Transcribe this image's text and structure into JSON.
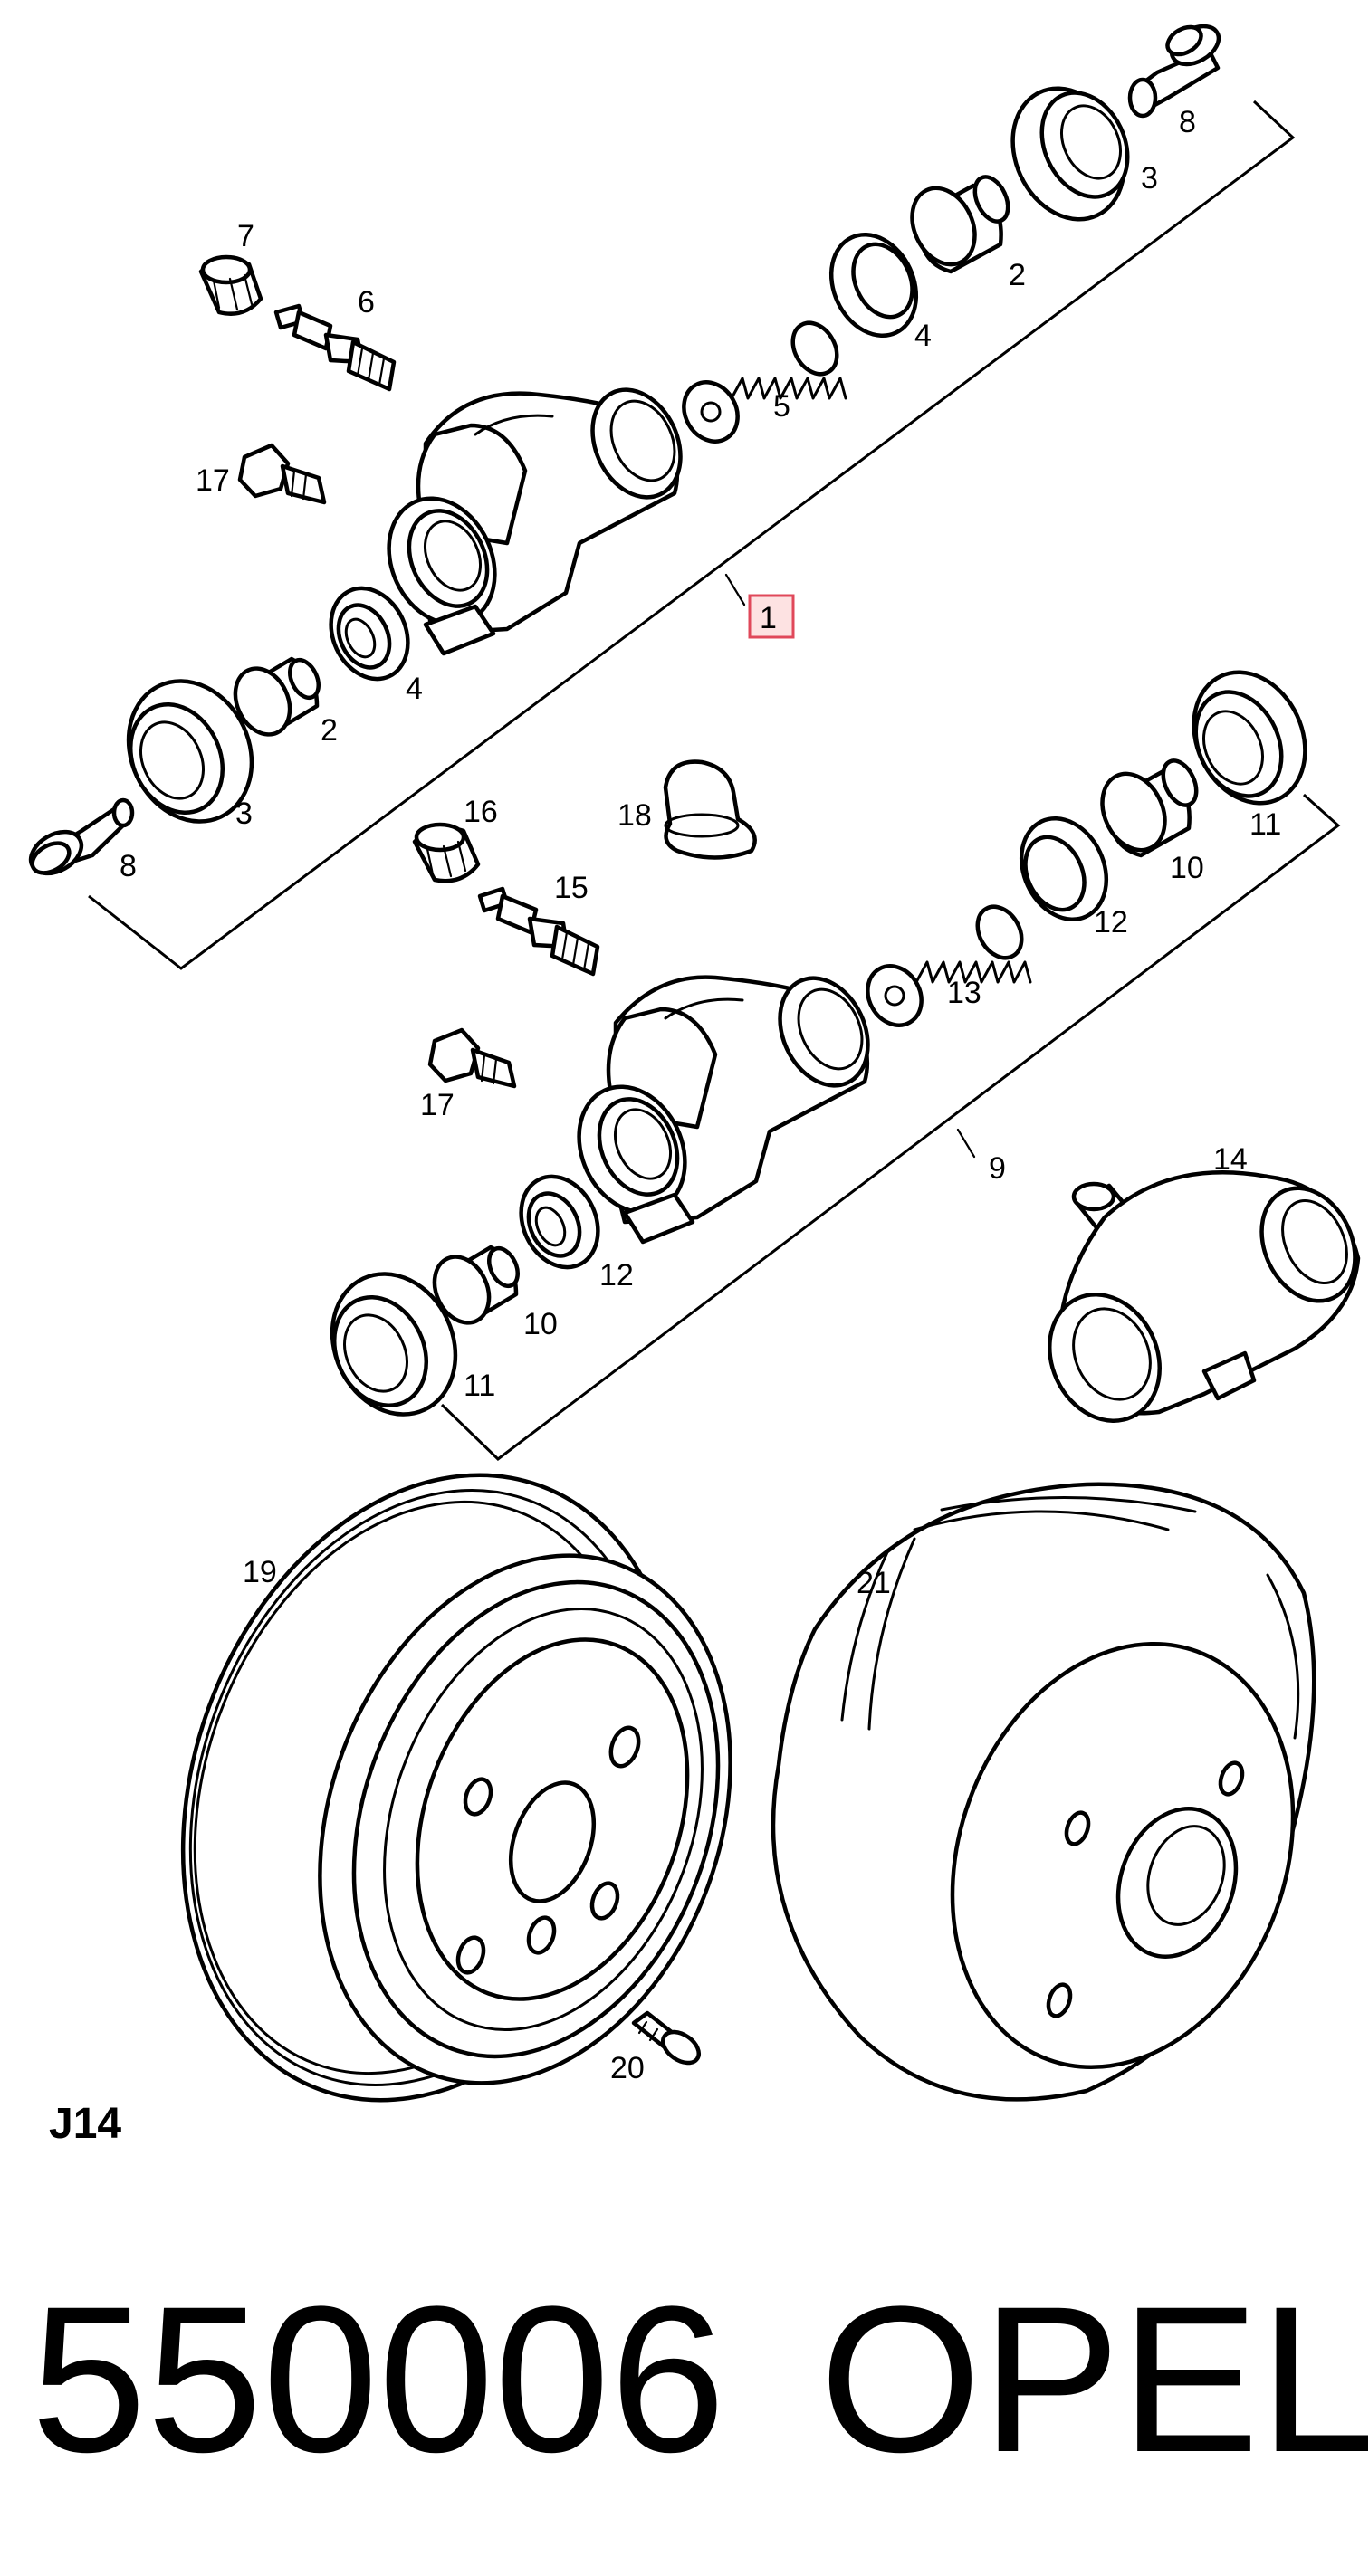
{
  "labels": {
    "l1": "1",
    "l2a": "2",
    "l2b": "2",
    "l3a": "3",
    "l3b": "3",
    "l4a": "4",
    "l4b": "4",
    "l5": "5",
    "l6": "6",
    "l7": "7",
    "l8a": "8",
    "l8b": "8",
    "l9": "9",
    "l10a": "10",
    "l10b": "10",
    "l11a": "11",
    "l11b": "11",
    "l12a": "12",
    "l12b": "12",
    "l13": "13",
    "l14": "14",
    "l15": "15",
    "l16": "16",
    "l17a": "17",
    "l17b": "17",
    "l18": "18",
    "l19": "19",
    "l20": "20",
    "l21": "21"
  },
  "page_code": "J14",
  "part_number": "550006",
  "brand": "OPEL",
  "colors": {
    "ink": "#000000",
    "highlight_fill": "#fde2e2",
    "highlight_stroke": "#e0485a"
  }
}
